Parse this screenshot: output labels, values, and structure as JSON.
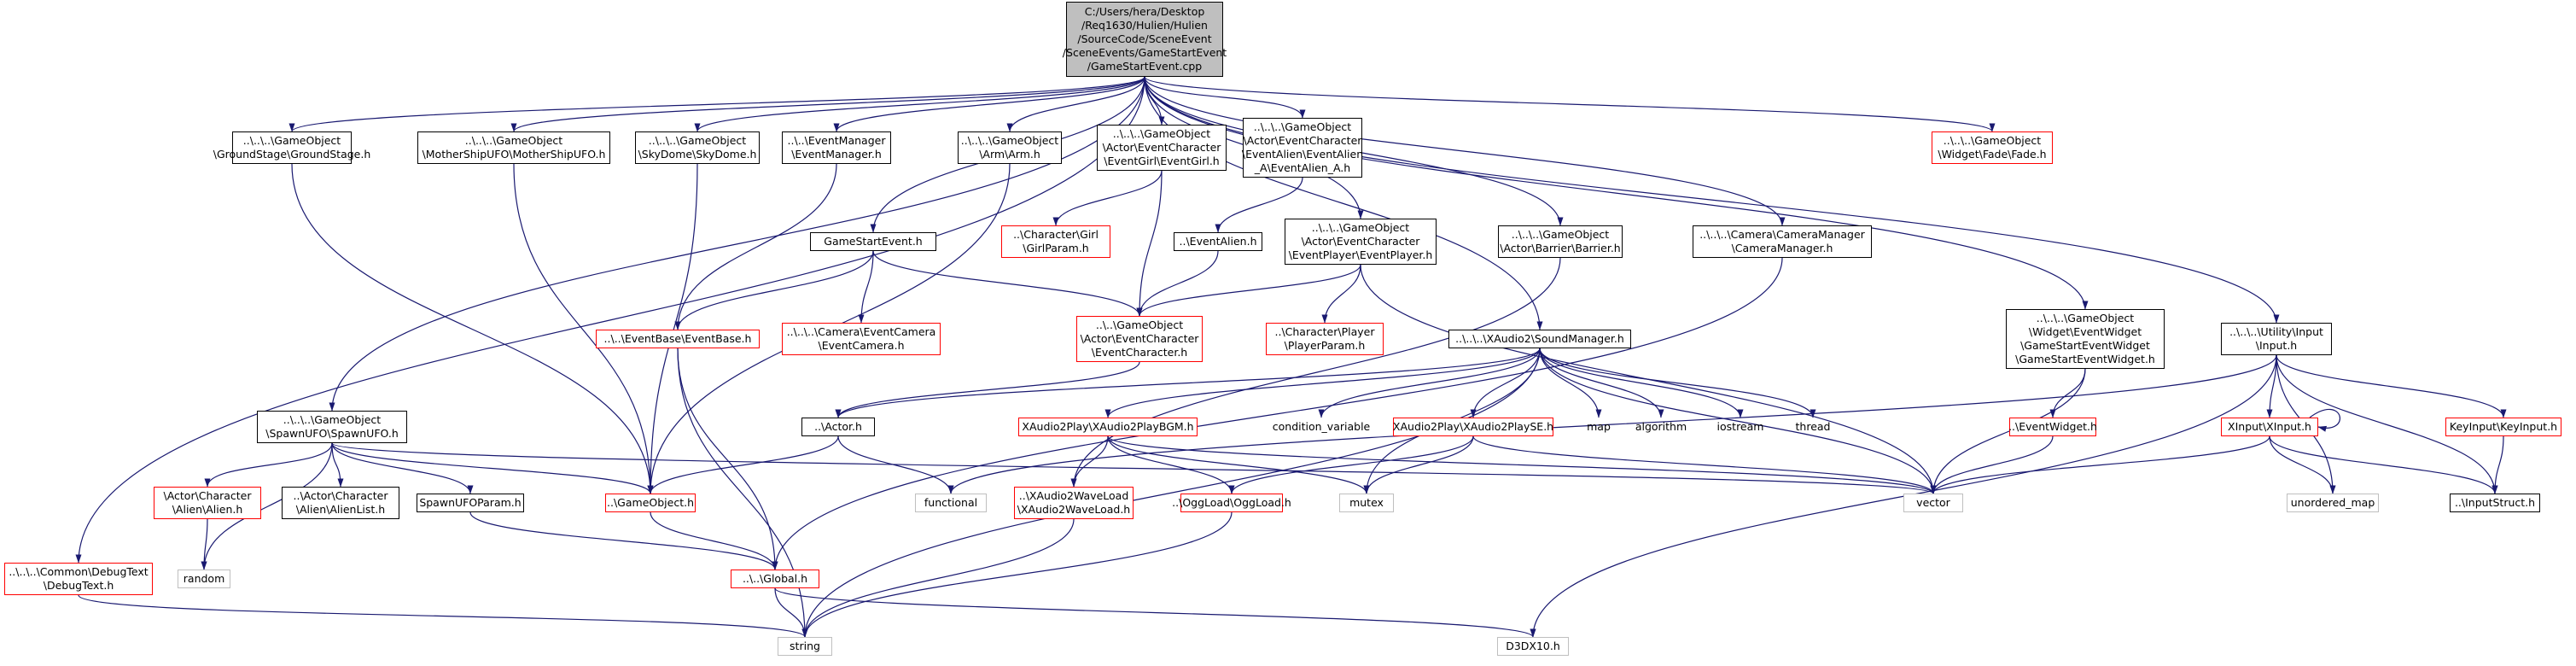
{
  "diagram": {
    "nodes": [
      {
        "id": "root",
        "label": "C:/Users/hera/Desktop\n/Req1630/Hulien/Hulien\n/SourceCode/SceneEvent\n/SceneEvents/GameStartEvent\n/GameStartEvent.cpp",
        "style": "root"
      },
      {
        "id": "groundstage",
        "label": "..\\..\\..\\GameObject\n\\GroundStage\\GroundStage.h",
        "style": "black"
      },
      {
        "id": "mothership",
        "label": "..\\..\\..\\GameObject\n\\MotherShipUFO\\MotherShipUFO.h",
        "style": "black"
      },
      {
        "id": "skydome",
        "label": "..\\..\\..\\GameObject\n\\SkyDome\\SkyDome.h",
        "style": "black"
      },
      {
        "id": "eventmanager",
        "label": "..\\..\\EventManager\n\\EventManager.h",
        "style": "black"
      },
      {
        "id": "arm",
        "label": "..\\..\\..\\GameObject\n\\Arm\\Arm.h",
        "style": "black"
      },
      {
        "id": "eventgirl",
        "label": "..\\..\\..\\GameObject\n\\Actor\\EventCharacter\n\\EventGirl\\EventGirl.h",
        "style": "black"
      },
      {
        "id": "eventalien_a",
        "label": "..\\..\\..\\GameObject\n\\Actor\\EventCharacter\n\\EventAlien\\EventAlien\n_A\\EventAlien_A.h",
        "style": "black"
      },
      {
        "id": "fade",
        "label": "..\\..\\..\\GameObject\n\\Widget\\Fade\\Fade.h",
        "style": "red"
      },
      {
        "id": "girlparam",
        "label": "..\\Character\\Girl\n\\GirlParam.h",
        "style": "red"
      },
      {
        "id": "eventalien",
        "label": "..\\EventAlien.h",
        "style": "black"
      },
      {
        "id": "eventplayer",
        "label": "..\\..\\..\\GameObject\n\\Actor\\EventCharacter\n\\EventPlayer\\EventPlayer.h",
        "style": "black"
      },
      {
        "id": "barrier",
        "label": "..\\..\\..\\GameObject\n\\Actor\\Barrier\\Barrier.h",
        "style": "black"
      },
      {
        "id": "cameramanager",
        "label": "..\\..\\..\\Camera\\CameraManager\n\\CameraManager.h",
        "style": "black"
      },
      {
        "id": "gamestartevent",
        "label": "GameStartEvent.h",
        "style": "black"
      },
      {
        "id": "eventbase",
        "label": "..\\..\\EventBase\\EventBase.h",
        "style": "red"
      },
      {
        "id": "eventcamera",
        "label": "..\\..\\..\\Camera\\EventCamera\n\\EventCamera.h",
        "style": "red"
      },
      {
        "id": "eventcharacter",
        "label": "..\\..\\GameObject\n\\Actor\\EventCharacter\n\\EventCharacter.h",
        "style": "red"
      },
      {
        "id": "playerparam",
        "label": "..\\Character\\Player\n\\PlayerParam.h",
        "style": "red"
      },
      {
        "id": "soundmanager",
        "label": "..\\..\\..\\XAudio2\\SoundManager.h",
        "style": "black"
      },
      {
        "id": "gamestartwidget",
        "label": "..\\..\\..\\GameObject\n\\Widget\\EventWidget\n\\GameStartEventWidget\n\\GameStartEventWidget.h",
        "style": "black"
      },
      {
        "id": "inputh",
        "label": "..\\..\\..\\Utility\\Input\n\\Input.h",
        "style": "black"
      },
      {
        "id": "spawnufo",
        "label": "..\\..\\..\\GameObject\n\\SpawnUFO\\SpawnUFO.h",
        "style": "black"
      },
      {
        "id": "actorh",
        "label": "..\\Actor.h",
        "style": "black"
      },
      {
        "id": "playbgm",
        "label": "XAudio2Play\\XAudio2PlayBGM.h",
        "style": "red"
      },
      {
        "id": "condvar",
        "label": "condition_variable",
        "style": "plain"
      },
      {
        "id": "playse",
        "label": "XAudio2Play\\XAudio2PlaySE.h",
        "style": "red"
      },
      {
        "id": "map",
        "label": "map",
        "style": "plain"
      },
      {
        "id": "algorithm",
        "label": "algorithm",
        "style": "plain"
      },
      {
        "id": "iostream",
        "label": "iostream",
        "style": "plain"
      },
      {
        "id": "thread",
        "label": "thread",
        "style": "plain"
      },
      {
        "id": "eventwidget",
        "label": "..\\EventWidget.h",
        "style": "red"
      },
      {
        "id": "xinput",
        "label": "XInput\\XInput.h",
        "style": "red"
      },
      {
        "id": "keyinput",
        "label": "KeyInput\\KeyInput.h",
        "style": "red"
      },
      {
        "id": "alien",
        "label": "\\Actor\\Character\n\\Alien\\Alien.h",
        "style": "red"
      },
      {
        "id": "alienlist",
        "label": "..\\Actor\\Character\n\\Alien\\AlienList.h",
        "style": "black"
      },
      {
        "id": "spawnparam",
        "label": "SpawnUFOParam.h",
        "style": "black"
      },
      {
        "id": "gameobject",
        "label": "..\\GameObject.h",
        "style": "red"
      },
      {
        "id": "functional",
        "label": "functional",
        "style": "grey"
      },
      {
        "id": "waveload",
        "label": "..\\XAudio2WaveLoad\n\\XAudio2WaveLoad.h",
        "style": "red"
      },
      {
        "id": "oggload",
        "label": "..\\OggLoad\\OggLoad.h",
        "style": "red"
      },
      {
        "id": "mutex",
        "label": "mutex",
        "style": "grey"
      },
      {
        "id": "vector",
        "label": "vector",
        "style": "grey"
      },
      {
        "id": "unordered_map",
        "label": "unordered_map",
        "style": "grey"
      },
      {
        "id": "inputstruct",
        "label": "..\\InputStruct.h",
        "style": "black"
      },
      {
        "id": "debugtext",
        "label": "..\\..\\..\\Common\\DebugText\n\\DebugText.h",
        "style": "red"
      },
      {
        "id": "random",
        "label": "random",
        "style": "grey"
      },
      {
        "id": "global",
        "label": "..\\..\\Global.h",
        "style": "red"
      },
      {
        "id": "stringh",
        "label": "string",
        "style": "grey"
      },
      {
        "id": "d3dx10",
        "label": "D3DX10.h",
        "style": "grey"
      }
    ],
    "edges": [
      [
        "root",
        "groundstage"
      ],
      [
        "root",
        "mothership"
      ],
      [
        "root",
        "skydome"
      ],
      [
        "root",
        "eventmanager"
      ],
      [
        "root",
        "arm"
      ],
      [
        "root",
        "eventgirl"
      ],
      [
        "root",
        "eventalien_a"
      ],
      [
        "root",
        "fade"
      ],
      [
        "root",
        "gamestartevent"
      ],
      [
        "root",
        "eventplayer"
      ],
      [
        "root",
        "barrier"
      ],
      [
        "root",
        "cameramanager"
      ],
      [
        "root",
        "soundmanager"
      ],
      [
        "root",
        "gamestartwidget"
      ],
      [
        "root",
        "inputh"
      ],
      [
        "root",
        "spawnufo"
      ],
      [
        "root",
        "debugtext"
      ],
      [
        "groundstage",
        "gameobject"
      ],
      [
        "mothership",
        "gameobject"
      ],
      [
        "skydome",
        "gameobject"
      ],
      [
        "eventmanager",
        "eventbase"
      ],
      [
        "arm",
        "gameobject"
      ],
      [
        "eventgirl",
        "girlparam"
      ],
      [
        "eventgirl",
        "eventcharacter"
      ],
      [
        "eventalien_a",
        "eventalien"
      ],
      [
        "eventalien",
        "eventcharacter"
      ],
      [
        "eventplayer",
        "eventcharacter"
      ],
      [
        "eventplayer",
        "playerparam"
      ],
      [
        "eventplayer",
        "vector"
      ],
      [
        "barrier",
        "waveload"
      ],
      [
        "cameramanager",
        "global"
      ],
      [
        "gamestartevent",
        "eventbase"
      ],
      [
        "gamestartevent",
        "eventcamera"
      ],
      [
        "gamestartevent",
        "eventcharacter"
      ],
      [
        "eventbase",
        "global"
      ],
      [
        "eventbase",
        "stringh"
      ],
      [
        "eventcharacter",
        "actorh"
      ],
      [
        "actorh",
        "gameobject"
      ],
      [
        "actorh",
        "functional"
      ],
      [
        "gameobject",
        "global"
      ],
      [
        "global",
        "stringh"
      ],
      [
        "global",
        "d3dx10"
      ],
      [
        "soundmanager",
        "actorh"
      ],
      [
        "soundmanager",
        "playbgm"
      ],
      [
        "soundmanager",
        "condvar"
      ],
      [
        "soundmanager",
        "playse"
      ],
      [
        "soundmanager",
        "map"
      ],
      [
        "soundmanager",
        "algorithm"
      ],
      [
        "soundmanager",
        "iostream"
      ],
      [
        "soundmanager",
        "thread"
      ],
      [
        "soundmanager",
        "mutex"
      ],
      [
        "soundmanager",
        "vector"
      ],
      [
        "soundmanager",
        "stringh"
      ],
      [
        "playbgm",
        "waveload"
      ],
      [
        "playbgm",
        "oggload"
      ],
      [
        "playbgm",
        "mutex"
      ],
      [
        "playbgm",
        "vector"
      ],
      [
        "playse",
        "oggload"
      ],
      [
        "playse",
        "mutex"
      ],
      [
        "playse",
        "vector"
      ],
      [
        "waveload",
        "stringh"
      ],
      [
        "oggload",
        "stringh"
      ],
      [
        "gamestartwidget",
        "eventwidget"
      ],
      [
        "gamestartwidget",
        "vector"
      ],
      [
        "eventwidget",
        "vector"
      ],
      [
        "inputh",
        "xinput"
      ],
      [
        "inputh",
        "keyinput"
      ],
      [
        "inputh",
        "inputstruct"
      ],
      [
        "inputh",
        "unordered_map"
      ],
      [
        "inputh",
        "functional"
      ],
      [
        "inputh",
        "d3dx10"
      ],
      [
        "xinput",
        "xinput"
      ],
      [
        "xinput",
        "inputstruct"
      ],
      [
        "xinput",
        "vector"
      ],
      [
        "xinput",
        "unordered_map"
      ],
      [
        "keyinput",
        "inputstruct"
      ],
      [
        "spawnufo",
        "alien"
      ],
      [
        "spawnufo",
        "alienlist"
      ],
      [
        "spawnufo",
        "spawnparam"
      ],
      [
        "spawnufo",
        "gameobject"
      ],
      [
        "spawnufo",
        "vector"
      ],
      [
        "spawnufo",
        "random"
      ],
      [
        "alien",
        "random"
      ],
      [
        "spawnparam",
        "global"
      ],
      [
        "debugtext",
        "stringh"
      ]
    ]
  },
  "colors": {
    "edge": "#191970",
    "red_border": "#ff0000",
    "grey_border": "#bfbfbf",
    "root_fill": "#bfbfbf"
  }
}
